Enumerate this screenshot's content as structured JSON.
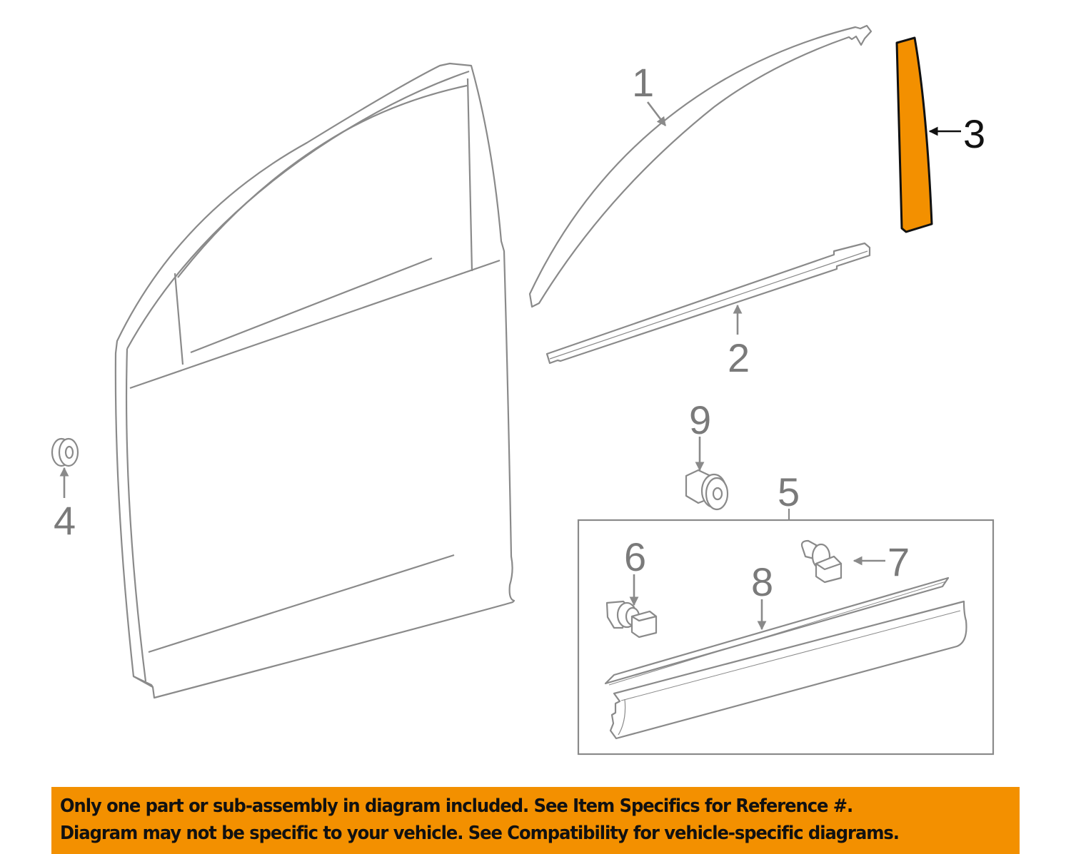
{
  "diagram": {
    "colors": {
      "line": "#8a8a8a",
      "highlight_fill": "#f39000",
      "highlight_stroke": "#111111",
      "banner_bg": "#f39000",
      "banner_text": "#111111"
    },
    "callouts": [
      {
        "number": "1",
        "part": "door-frame-upper-molding"
      },
      {
        "number": "2",
        "part": "belt-molding-weatherstrip"
      },
      {
        "number": "3",
        "part": "applique-pillar-garnish",
        "highlighted": true
      },
      {
        "number": "4",
        "part": "bumper-cushion"
      },
      {
        "number": "5",
        "part": "body-side-molding-assembly"
      },
      {
        "number": "6",
        "part": "molding-clip"
      },
      {
        "number": "7",
        "part": "molding-clip"
      },
      {
        "number": "8",
        "part": "body-side-molding"
      },
      {
        "number": "9",
        "part": "retainer-nut"
      }
    ]
  },
  "banner": {
    "line1": "Only one part or sub-assembly in diagram included. See Item Specifics for Reference #.",
    "line2": "Diagram may not be specific to your vehicle. See Compatibility for vehicle-specific diagrams."
  }
}
